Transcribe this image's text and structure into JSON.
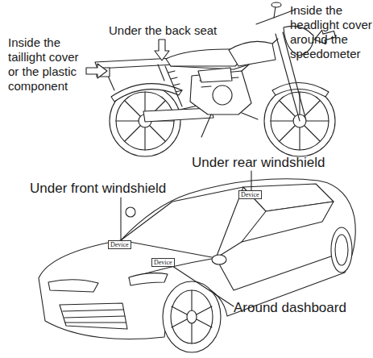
{
  "diagram": {
    "nodes": [
      {
        "text": [
          "Device"
        ]
      },
      {
        "text": [
          "Device"
        ]
      },
      {
        "text": [
          "Device"
        ]
      }
    ],
    "labels": [
      "Inside the headlight cover around the speedometer",
      "Under the back seat",
      "Inside the taillight cover or the plastic component",
      "Under rear windshield",
      "Under front windshield",
      "Around dashboard"
    ]
  }
}
